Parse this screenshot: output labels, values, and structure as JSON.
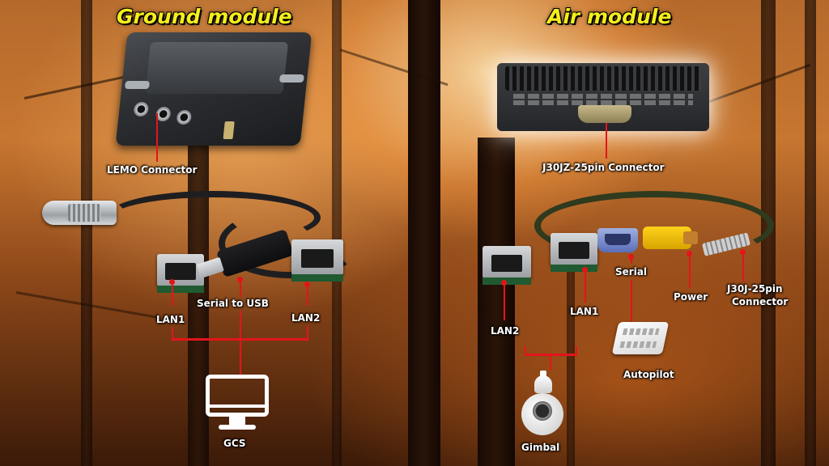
{
  "titles": {
    "ground": "Ground module",
    "air": "Air module"
  },
  "ground_labels": {
    "lemo": "LEMO Connector",
    "serial_usb": "Serial to USB",
    "lan1": "LAN1",
    "lan2": "LAN2",
    "gcs": "GCS"
  },
  "air_labels": {
    "j30jz": "J30JZ-25pin Connector",
    "serial": "Serial",
    "power": "Power",
    "j30j_line1": "J30J-25pin",
    "j30j_line2": "Connector",
    "lan1": "LAN1",
    "lan2": "LAN2",
    "autopilot": "Autopilot",
    "gimbal": "Gimbal"
  },
  "colors": {
    "title": "#f5ee1c",
    "wire": "#e3151a",
    "label": "#ffffff"
  },
  "icons": [
    "monitor-icon",
    "gimbal-camera-icon",
    "autopilot-board-icon"
  ]
}
